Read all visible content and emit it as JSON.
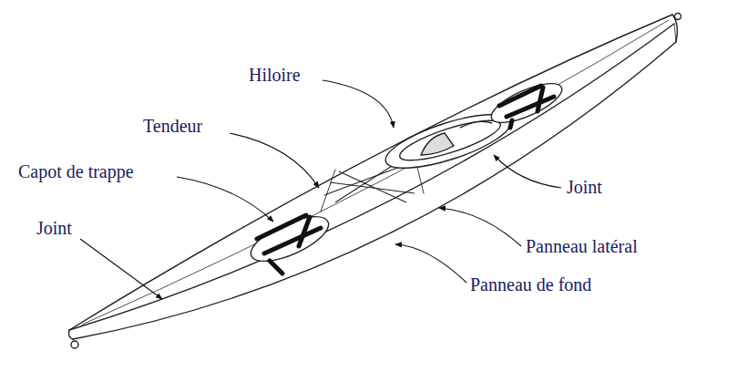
{
  "diagram": {
    "labels": [
      "Hiloire",
      "Tendeur",
      "Capot de trappe",
      "Joint",
      "Joint",
      "Panneau latéral",
      "Panneau de fond"
    ]
  }
}
